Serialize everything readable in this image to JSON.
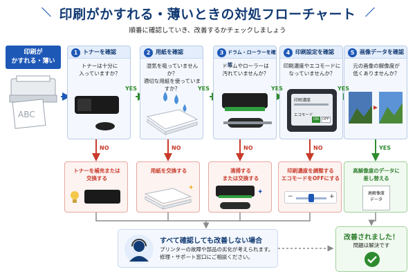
{
  "header": {
    "title": "印刷がかすれる・薄いときの対処フローチャート",
    "subtitle": "順番に確認していき、改善するかチェックしましょう"
  },
  "start": {
    "label": "印刷が\nかすれる・薄い",
    "tag": "ABC"
  },
  "labels": {
    "yes": "YES",
    "no": "NO"
  },
  "steps": [
    {
      "num": "1",
      "title": "トナーを確認",
      "question": "トナーは十分に\n入っていますか？"
    },
    {
      "num": "2",
      "title": "用紙を確認",
      "question": "湿気を吸っていませんか？\n適切な用紙を使っていますか？"
    },
    {
      "num": "3",
      "title": "ドラム・ローラーを確認",
      "question": "ドラムやローラーは\n汚れていませんか？"
    },
    {
      "num": "4",
      "title": "印刷設定を確認",
      "question": "印刷濃度やエコモードに\nなっていませんか？",
      "panel": {
        "label1": "印刷濃度",
        "label2": "エコモード",
        "on": "ON",
        "off": "OFF"
      }
    },
    {
      "num": "5",
      "title": "画像データを確認",
      "question": "元の画像の解像度が\n低くありませんか？"
    }
  ],
  "fixes": [
    {
      "text": "トナーを補充または\n交換する"
    },
    {
      "text": "用紙を交換する"
    },
    {
      "text": "清掃する\nまたは交換する"
    },
    {
      "text": "印刷濃度を調整する\nエコモードをOFFにする",
      "slider": {
        "minus": "−",
        "plus": "+"
      }
    },
    {
      "text": "高解像度のデータに\n差し替える",
      "doc": "高解像度\nデータ"
    }
  ],
  "bottom": {
    "title": "すべて確認しても改善しない場合",
    "text": "プリンターの故障や部品の劣化が考えられます。\n修理・サポート窓口にご相談ください。"
  },
  "done": {
    "title": "改善されました！",
    "subtitle": "問題は解決です"
  },
  "colors": {
    "blue": "#1e58b7",
    "navy": "#123a73",
    "green": "#2e8b2e",
    "red": "#c83a2a"
  }
}
